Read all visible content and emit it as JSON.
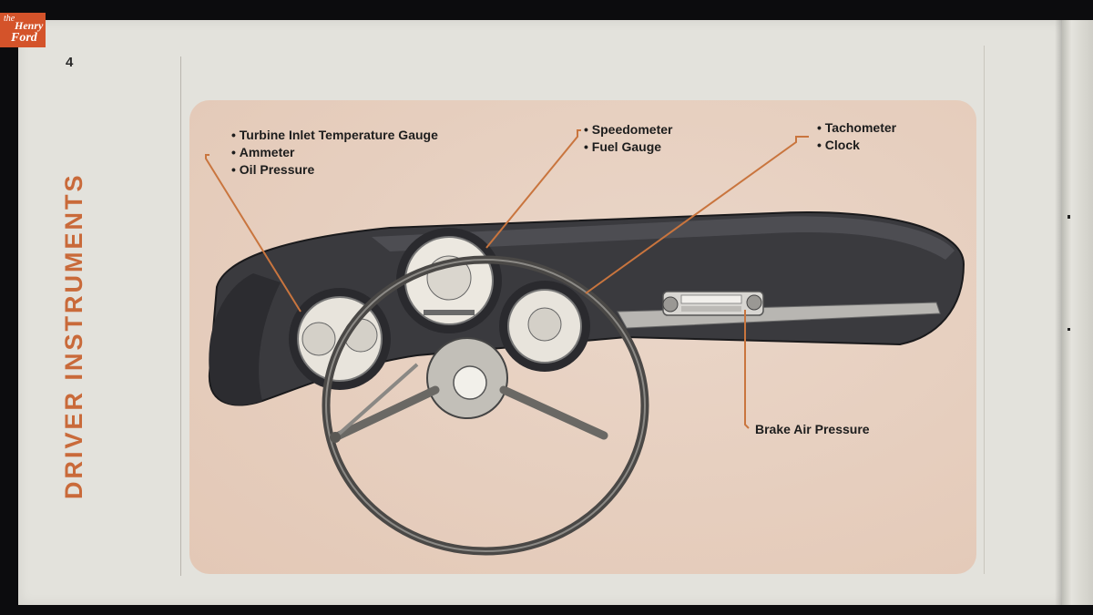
{
  "logo": {
    "the": "the",
    "henry": "Henry",
    "ford": "Ford"
  },
  "page": {
    "number": "4",
    "section_title": "DRIVER INSTRUMENTS"
  },
  "labels": {
    "left": [
      "Turbine Inlet Temperature Gauge",
      "Ammeter",
      "Oil Pressure"
    ],
    "middle": [
      "Speedometer",
      "Fuel Gauge"
    ],
    "right": [
      "Tachometer",
      "Clock"
    ],
    "brake": "Brake Air Pressure"
  },
  "colors": {
    "accent_orange": "#c96a3a",
    "panel": "#e7cfc0",
    "page": "#e3e2dc",
    "logo": "#d4532a"
  }
}
